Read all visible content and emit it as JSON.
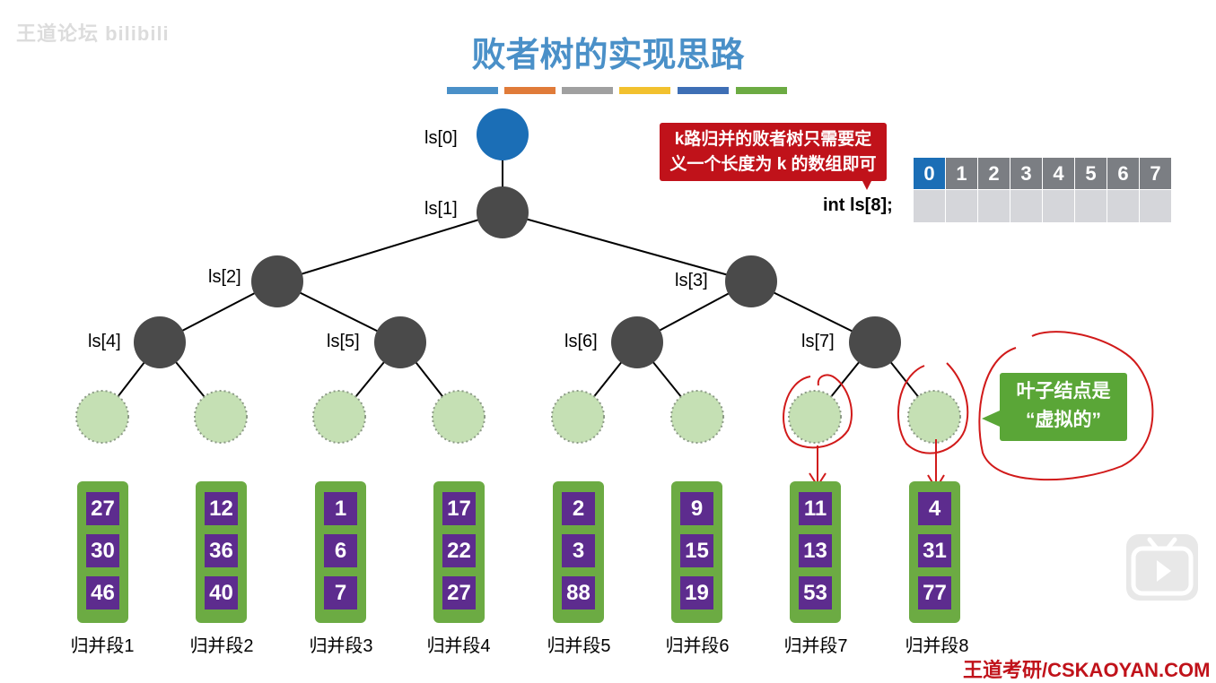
{
  "watermark": "王道论坛 bilibili",
  "title": "败者树的实现思路",
  "title_bar_colors": [
    "#4a90c8",
    "#e07b39",
    "#a0a0a0",
    "#f2c12e",
    "#3e6fb5",
    "#6cab43"
  ],
  "tree": {
    "node_labels": [
      "ls[0]",
      "ls[1]",
      "ls[2]",
      "ls[3]",
      "ls[4]",
      "ls[5]",
      "ls[6]",
      "ls[7]"
    ],
    "colors": {
      "root": "#1b6eb6",
      "internal": "#4a4a4a",
      "leaf": "#c5e0b4",
      "annotation": "#d11a1a"
    }
  },
  "callout": {
    "line1": "k路归并的败者树只需要定",
    "line2": "义一个长度为 k 的数组即可"
  },
  "declaration": "int ls[8];",
  "array": {
    "indices": [
      "0",
      "1",
      "2",
      "3",
      "4",
      "5",
      "6",
      "7"
    ],
    "values": [
      "",
      "",
      "",
      "",
      "",
      "",
      "",
      ""
    ]
  },
  "leaf_note": {
    "line1": "叶子结点是",
    "line2": "“虚拟的”"
  },
  "runs": [
    {
      "label": "归并段1",
      "values": [
        "27",
        "30",
        "46"
      ]
    },
    {
      "label": "归并段2",
      "values": [
        "12",
        "36",
        "40"
      ]
    },
    {
      "label": "归并段3",
      "values": [
        "1",
        "6",
        "7"
      ]
    },
    {
      "label": "归并段4",
      "values": [
        "17",
        "22",
        "27"
      ]
    },
    {
      "label": "归并段5",
      "values": [
        "2",
        "3",
        "88"
      ]
    },
    {
      "label": "归并段6",
      "values": [
        "9",
        "15",
        "19"
      ]
    },
    {
      "label": "归并段7",
      "values": [
        "11",
        "13",
        "53"
      ]
    },
    {
      "label": "归并段8",
      "values": [
        "4",
        "31",
        "77"
      ]
    }
  ],
  "footer": "王道考研/CSKAOYAN.COM",
  "play_icon": "play-icon"
}
